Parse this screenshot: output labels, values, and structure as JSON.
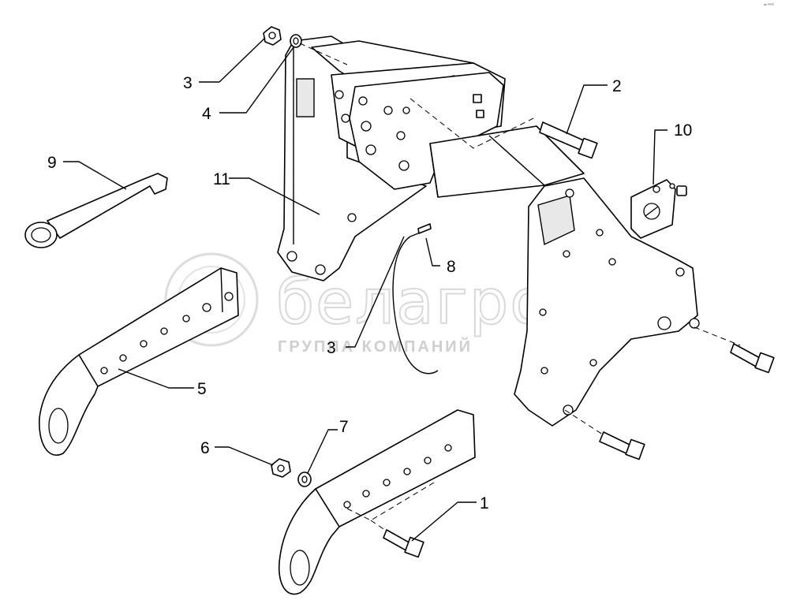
{
  "watermark": {
    "brand": "белагро",
    "tagline": "ГРУППА КОМПАНИЙ"
  },
  "corner_mark": "ᵃᵇ ⁰⁰⁰⁰",
  "callouts": [
    {
      "id": "1",
      "text": "1"
    },
    {
      "id": "2",
      "text": "2"
    },
    {
      "id": "3a",
      "text": "3"
    },
    {
      "id": "3b",
      "text": "3"
    },
    {
      "id": "4",
      "text": "4"
    },
    {
      "id": "5",
      "text": "5"
    },
    {
      "id": "6",
      "text": "6"
    },
    {
      "id": "7",
      "text": "7"
    },
    {
      "id": "8",
      "text": "8"
    },
    {
      "id": "9",
      "text": "9"
    },
    {
      "id": "10",
      "text": "10"
    },
    {
      "id": "11",
      "text": "11"
    }
  ]
}
